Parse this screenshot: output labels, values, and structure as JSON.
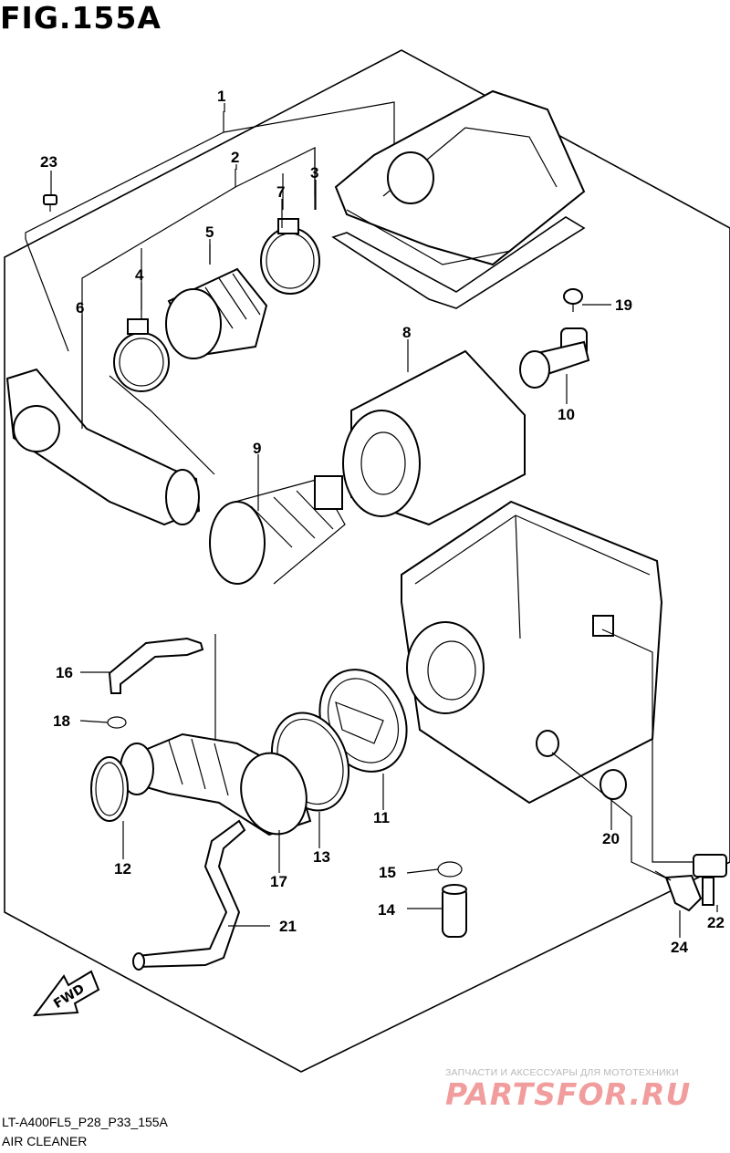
{
  "figure_title": "FIG.155A",
  "drawing_code": "LT-A400FL5_P28_P33_155A",
  "drawing_name": "AIR CLEANER",
  "direction_arrow": "FWD",
  "watermark": {
    "tagline": "ЗАПЧАСТИ И АКСЕССУАРЫ ДЛЯ МОТОТЕХНИКИ",
    "logo": "PARTSFOR.RU"
  },
  "callouts": {
    "c1": "1",
    "c2": "2",
    "c3": "3",
    "c4": "4",
    "c5": "5",
    "c6": "6",
    "c7": "7",
    "c8": "8",
    "c9": "9",
    "c10": "10",
    "c11": "11",
    "c12": "12",
    "c13": "13",
    "c14": "14",
    "c15": "15",
    "c16": "16",
    "c17": "17",
    "c18": "18",
    "c19": "19",
    "c20": "20",
    "c21": "21",
    "c22": "22",
    "c23": "23",
    "c24": "24"
  }
}
